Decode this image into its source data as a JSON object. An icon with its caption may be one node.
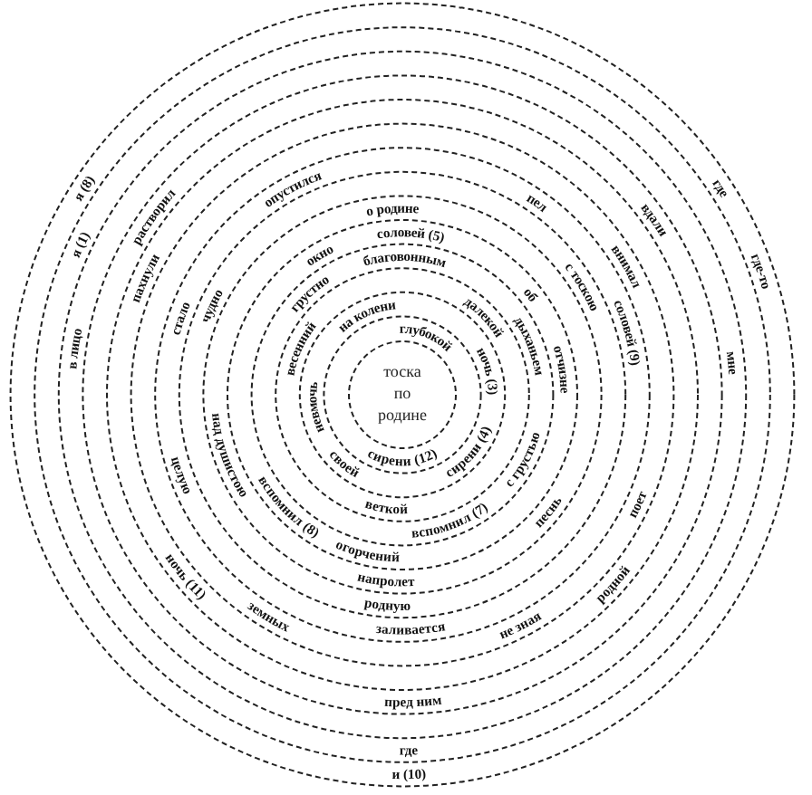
{
  "diagram": {
    "nodes": [
      {
        "text": [
          "тоска по родине"
        ]
      }
    ],
    "labels": [
      "я (8)",
      "опустился",
      "пел",
      "где",
      "растворил",
      "о родине",
      "вдали",
      "я (1)",
      "соловей (5)",
      "окно",
      "благовонным",
      "внимал",
      "где-то",
      "пахнули",
      "грустно",
      "об",
      "с тоскою",
      "стало",
      "чудно",
      "на колени",
      "далекой",
      "в лицо",
      "весенний",
      "глубокой",
      "дыханьем",
      "соловей (9)",
      "ночь (3)",
      "отчизне",
      "мне",
      "невмочь",
      "над душистою",
      "своей",
      "сирени (12)",
      "сирени (4)",
      "с грустью",
      "целую",
      "вспомнил (8)",
      "веткой",
      "вспомнил (7)",
      "песнь",
      "поет",
      "огорчений",
      "ночь (11)",
      "напролет",
      "родной",
      "земных",
      "родную",
      "заливается",
      "не зная",
      "пред ним",
      "где",
      "и (10)"
    ]
  }
}
